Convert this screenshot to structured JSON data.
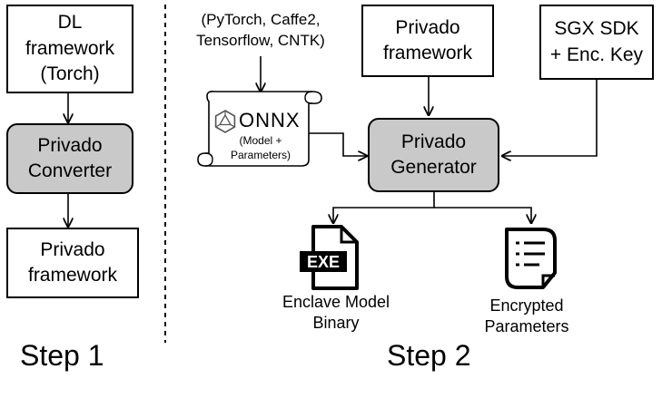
{
  "step1": {
    "label": "Step 1",
    "dl_framework": [
      "DL",
      "framework",
      "(Torch)"
    ],
    "converter": [
      "Privado",
      "Converter"
    ],
    "framework_out": [
      "Privado",
      "framework"
    ]
  },
  "step2": {
    "label": "Step 2",
    "frameworks_note": [
      "(PyTorch, Caffe2,",
      "Tensorflow, CNTK)"
    ],
    "onnx": {
      "title": "ONNX",
      "subtitle": [
        "(Model +",
        "Parameters)"
      ]
    },
    "privado_framework": [
      "Privado",
      "framework"
    ],
    "sgx": [
      "SGX SDK",
      "+ Enc. Key"
    ],
    "generator": [
      "Privado",
      "Generator"
    ],
    "exe_label": "EXE",
    "enclave_output": [
      "Enclave Model",
      "Binary"
    ],
    "params_output": [
      "Encrypted",
      "Parameters"
    ]
  },
  "colors": {
    "box_fill": "#ffffff",
    "gray_fill": "#c9c9c9",
    "line": "#000000"
  },
  "icons": [
    "onnx-logo-icon",
    "exe-file-icon",
    "document-icon",
    "scroll-icon"
  ]
}
